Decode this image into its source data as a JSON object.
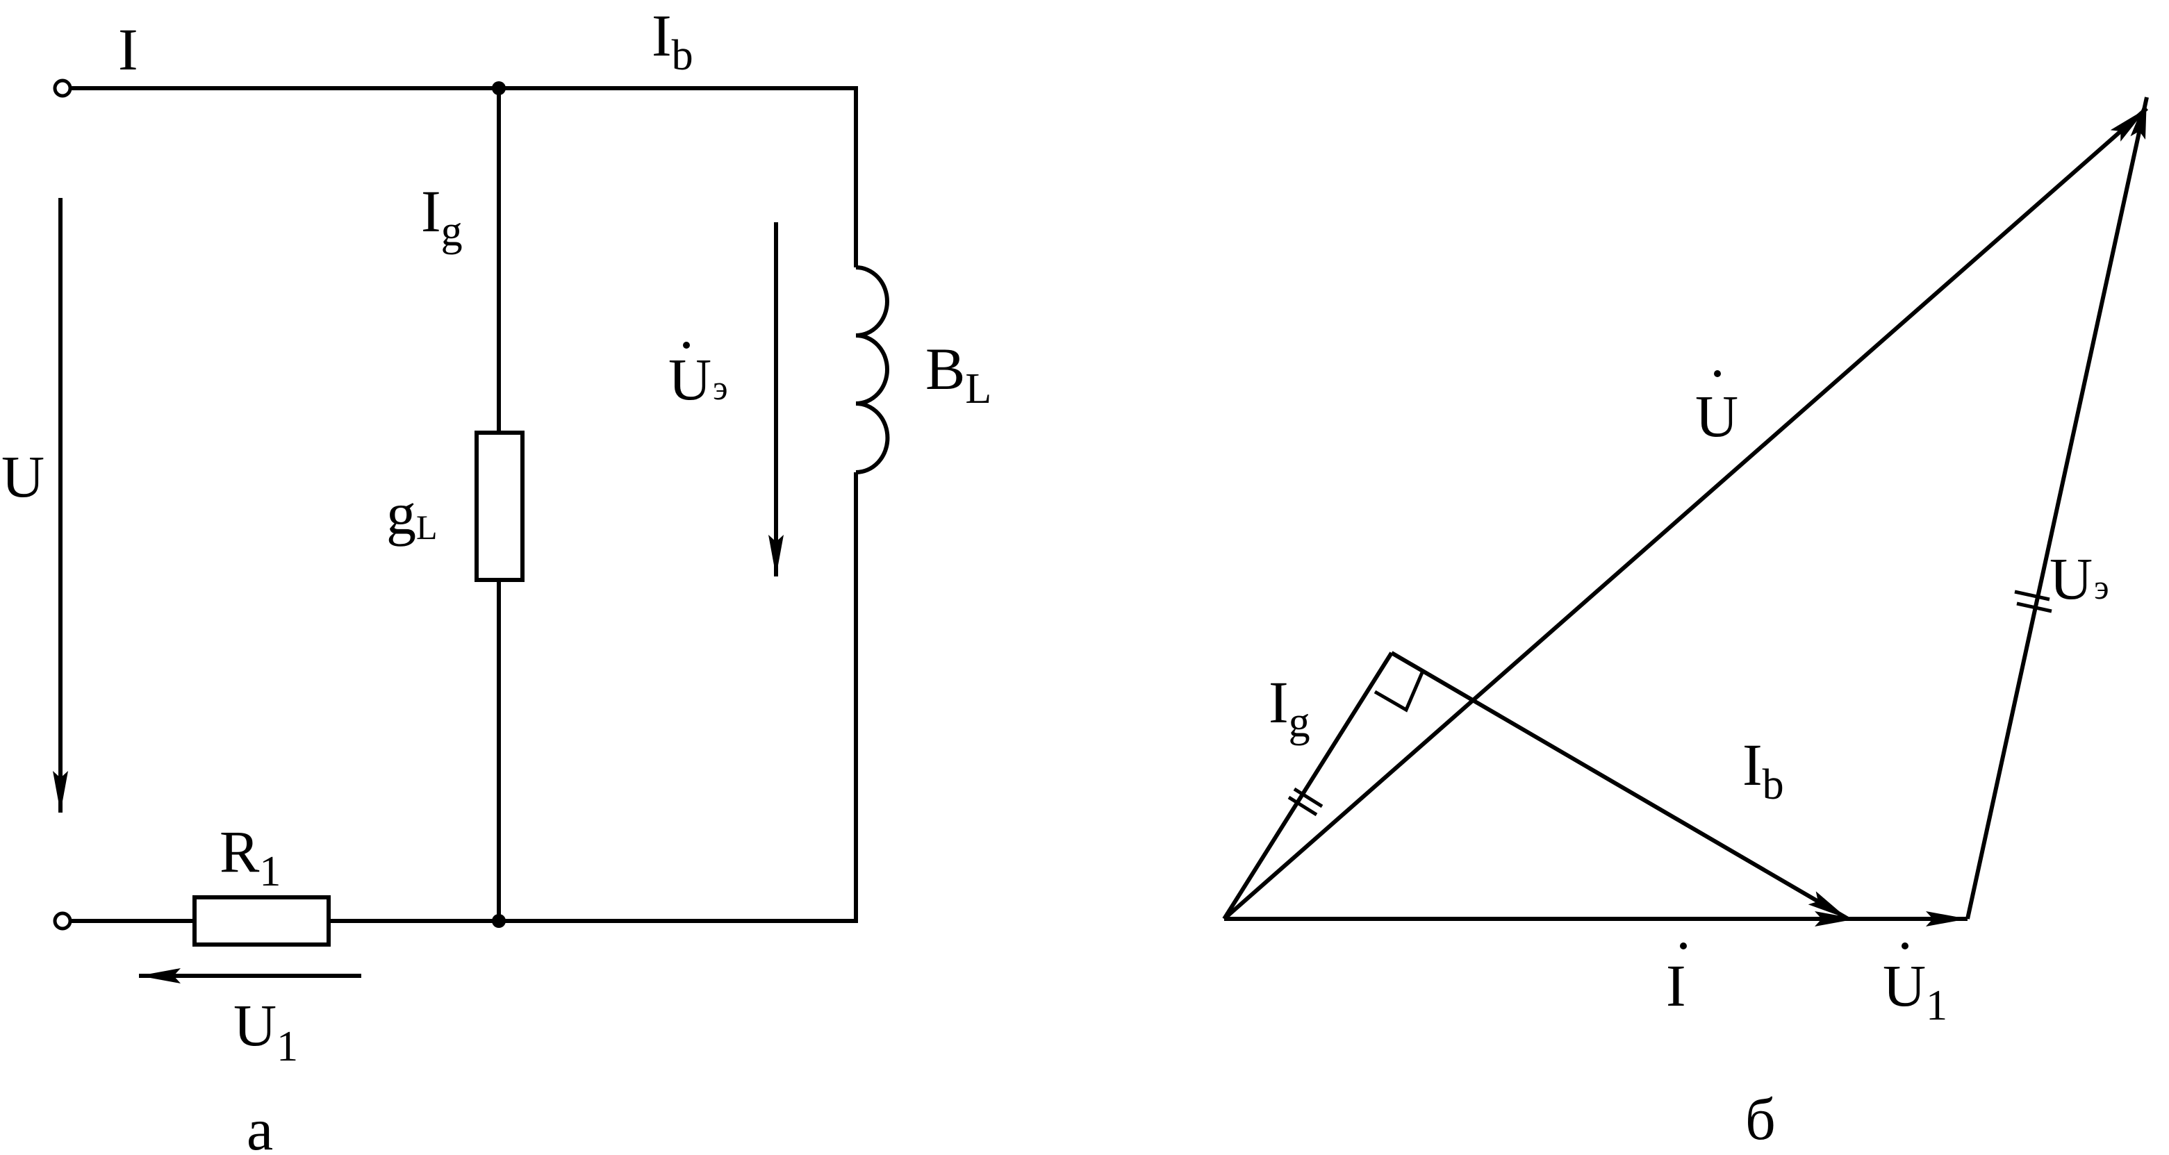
{
  "circuit": {
    "caption": "а",
    "labels": {
      "input_current": "I",
      "branch_current_b": "I",
      "branch_current_b_sub": "b",
      "branch_current_g": "I",
      "branch_current_g_sub": "g",
      "source_voltage": "U",
      "equiv_voltage": "U",
      "equiv_voltage_suffix": "э",
      "conductance": "g",
      "conductance_sub": "L",
      "susceptance": "B",
      "susceptance_sub": "L",
      "resistor": "R",
      "resistor_sub": "1",
      "resistor_voltage": "U",
      "resistor_voltage_sub": "1"
    }
  },
  "phasor": {
    "caption": "б",
    "labels": {
      "total_voltage": "U",
      "equiv_voltage": "U",
      "equiv_voltage_suffix": "э",
      "current_g": "I",
      "current_g_sub": "g",
      "current_b": "I",
      "current_b_sub": "b",
      "total_current": "I",
      "resistor_voltage": "U",
      "resistor_voltage_sub": "1"
    }
  }
}
